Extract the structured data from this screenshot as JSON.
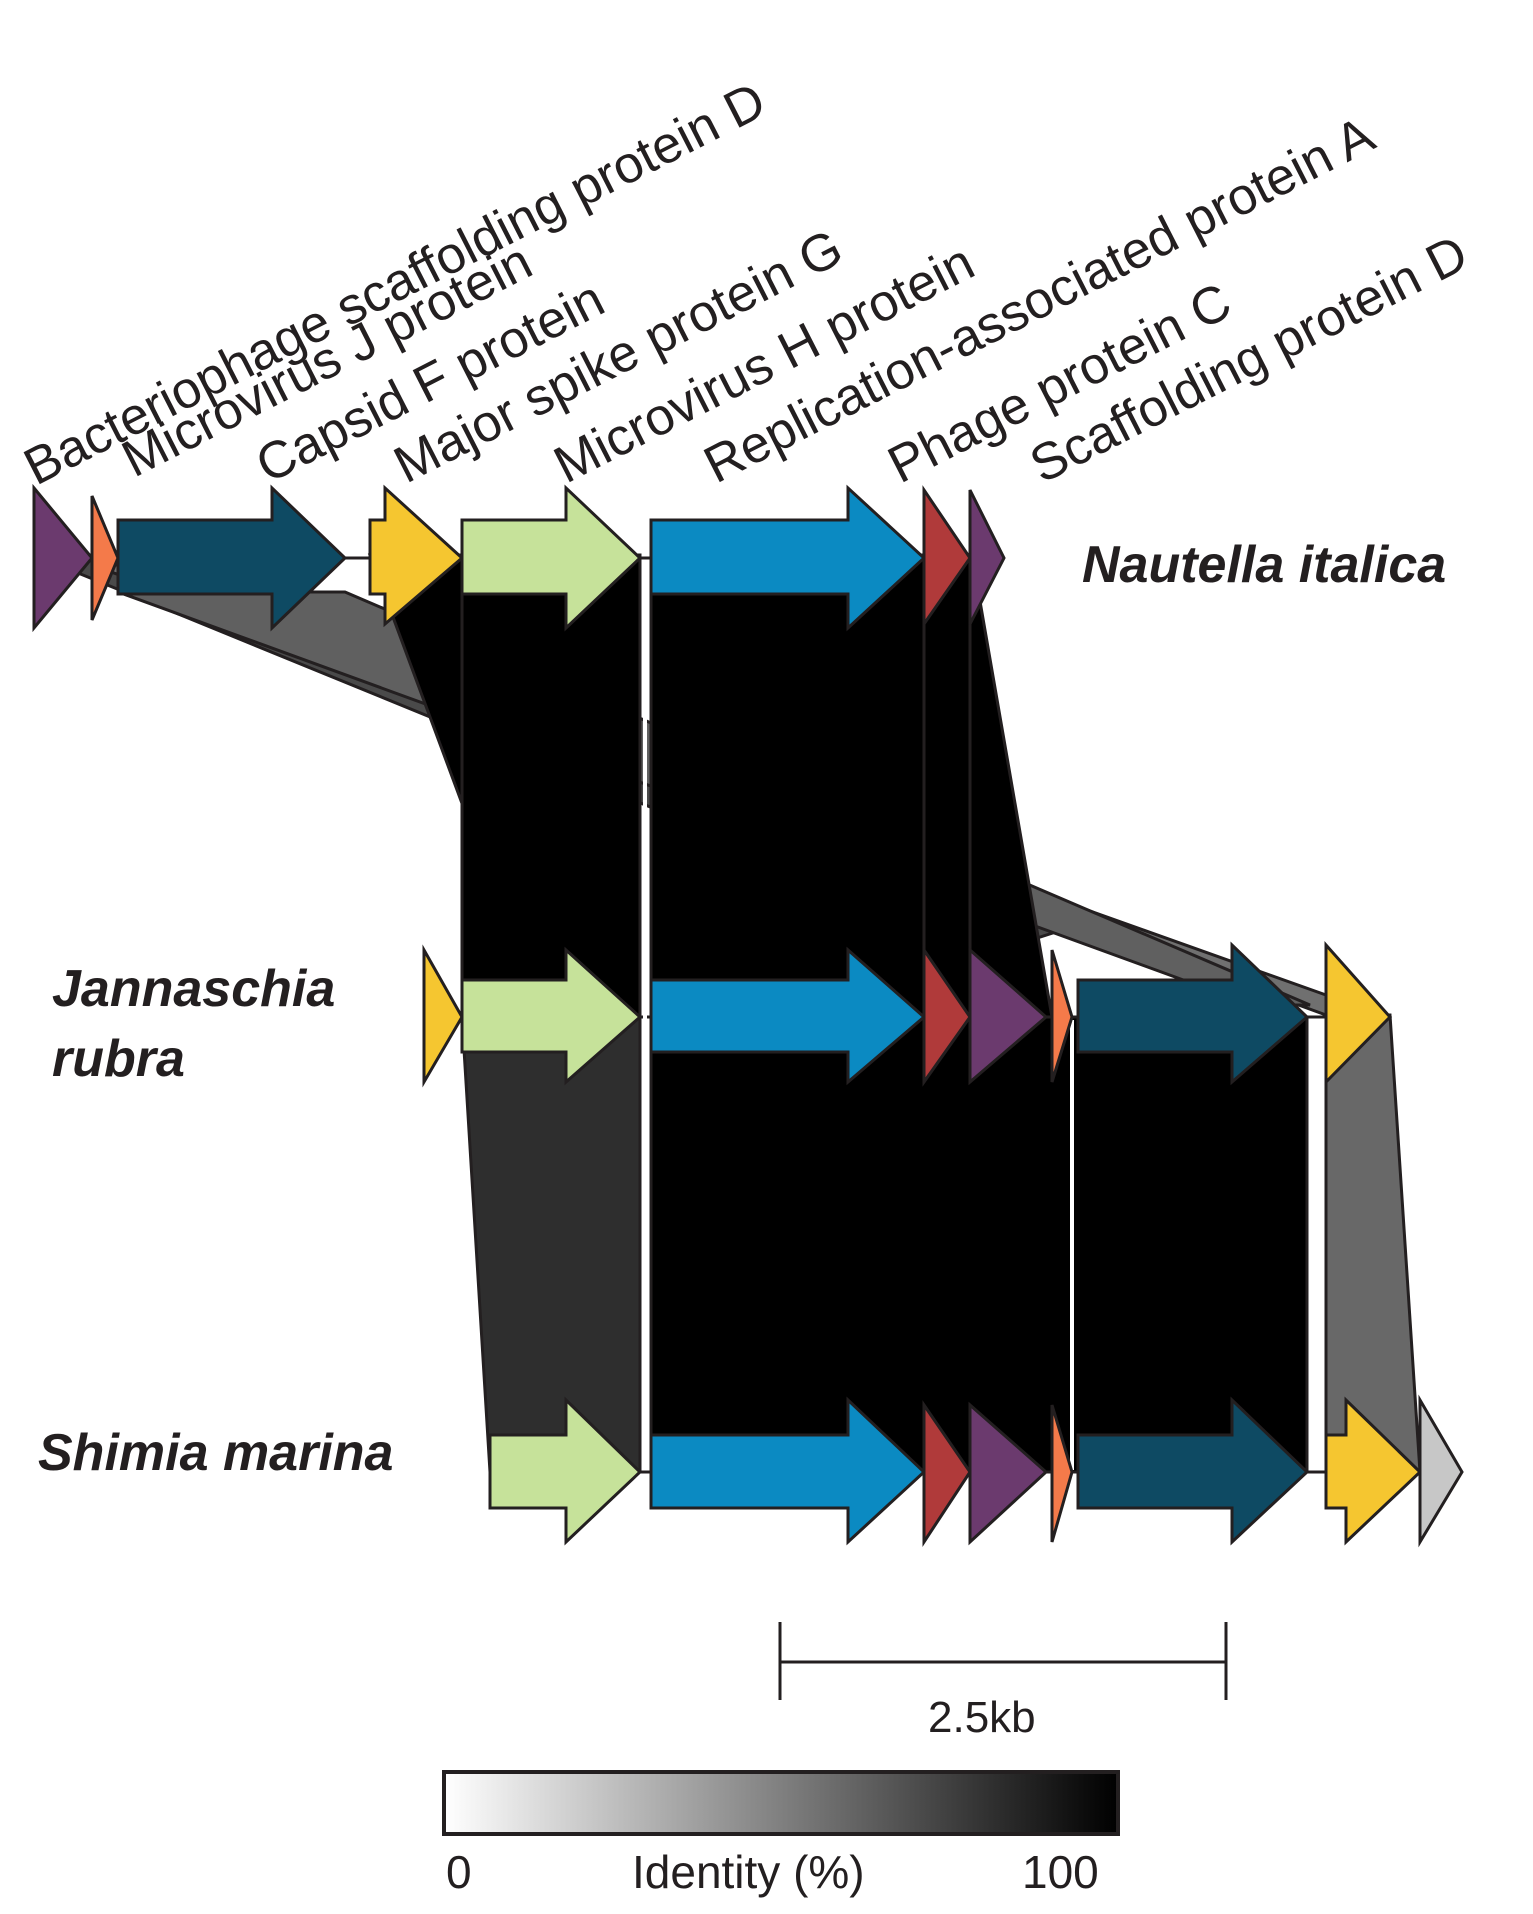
{
  "gene_labels": [
    "Bacteriophage scaffolding protein D",
    "Microvirus J protein",
    "Capsid F protein",
    "Major spike protein G",
    "Microvirus H protein",
    "Replication-associated protein A",
    "Phage protein C",
    "Scaffolding protein D"
  ],
  "genomes": {
    "nautella": "Nautella italica",
    "jannaschia_line1": "Jannaschia",
    "jannaschia_line2": "rubra",
    "shimia": "Shimia marina"
  },
  "scale_bar": {
    "label": "2.5kb"
  },
  "legend": {
    "min_label": "0",
    "title": "Identity (%)",
    "max_label": "100",
    "gradient_from": "#ffffff",
    "gradient_to": "#000000"
  },
  "colors": {
    "purple": "#6b3a6e",
    "orange": "#f47a4a",
    "dark_teal": "#0e4a63",
    "yellow": "#f5c630",
    "light_green": "#c6e29a",
    "blue": "#0b8ac2",
    "red": "#b03a3a",
    "light_gray": "#c7c7c7"
  }
}
